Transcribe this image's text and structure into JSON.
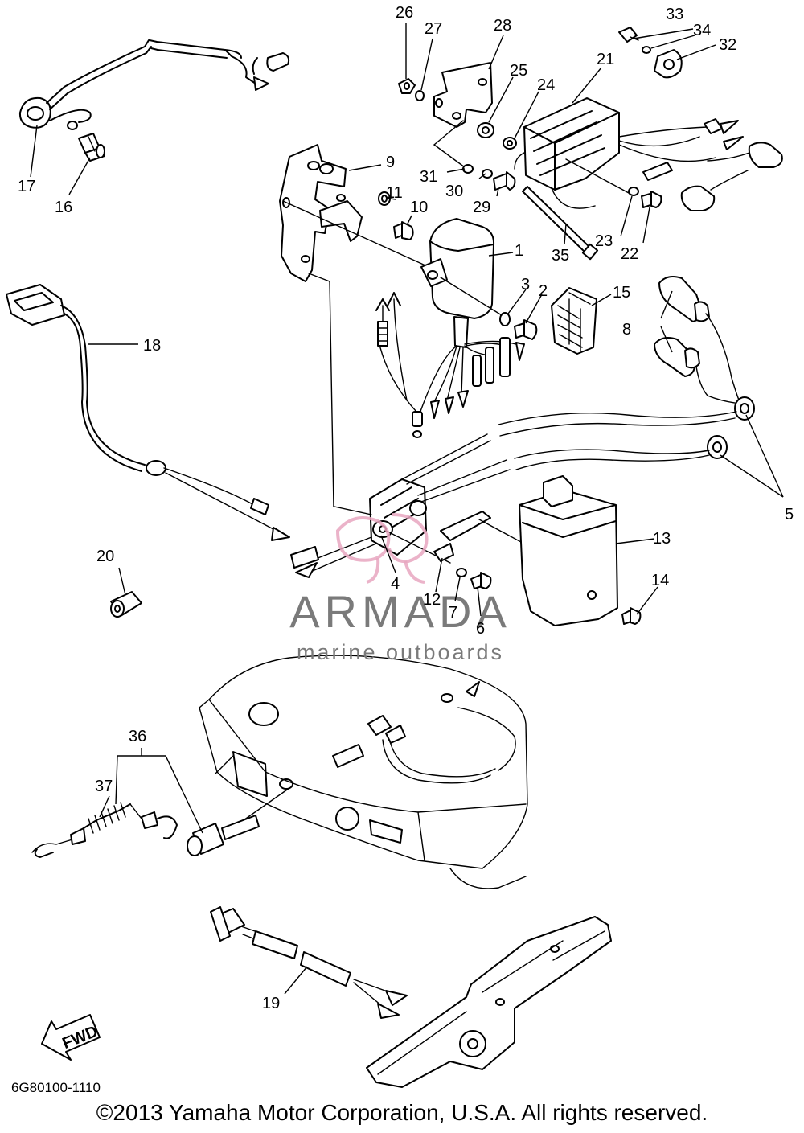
{
  "diagram": {
    "callouts": [
      {
        "id": "c1",
        "label": "1"
      },
      {
        "id": "c2",
        "label": "2"
      },
      {
        "id": "c3",
        "label": "3"
      },
      {
        "id": "c4",
        "label": "4"
      },
      {
        "id": "c5",
        "label": "5"
      },
      {
        "id": "c6",
        "label": "6"
      },
      {
        "id": "c7",
        "label": "7"
      },
      {
        "id": "c8",
        "label": "8"
      },
      {
        "id": "c9",
        "label": "9"
      },
      {
        "id": "c10",
        "label": "10"
      },
      {
        "id": "c11",
        "label": "11"
      },
      {
        "id": "c12",
        "label": "12"
      },
      {
        "id": "c13",
        "label": "13"
      },
      {
        "id": "c14",
        "label": "14"
      },
      {
        "id": "c15",
        "label": "15"
      },
      {
        "id": "c16",
        "label": "16"
      },
      {
        "id": "c17",
        "label": "17"
      },
      {
        "id": "c18",
        "label": "18"
      },
      {
        "id": "c19",
        "label": "19"
      },
      {
        "id": "c20",
        "label": "20"
      },
      {
        "id": "c21",
        "label": "21"
      },
      {
        "id": "c22",
        "label": "22"
      },
      {
        "id": "c23",
        "label": "23"
      },
      {
        "id": "c24",
        "label": "24"
      },
      {
        "id": "c25",
        "label": "25"
      },
      {
        "id": "c26",
        "label": "26"
      },
      {
        "id": "c27",
        "label": "27"
      },
      {
        "id": "c28",
        "label": "28"
      },
      {
        "id": "c29",
        "label": "29"
      },
      {
        "id": "c30",
        "label": "30"
      },
      {
        "id": "c31",
        "label": "31"
      },
      {
        "id": "c32",
        "label": "32"
      },
      {
        "id": "c33",
        "label": "33"
      },
      {
        "id": "c34",
        "label": "34"
      },
      {
        "id": "c35",
        "label": "35"
      },
      {
        "id": "c36",
        "label": "36"
      },
      {
        "id": "c37",
        "label": "37"
      }
    ],
    "fwd_label": "FWD",
    "diagram_code": "6G80100-1110",
    "copyright": "©2013 Yamaha Motor Corporation, U.S.A. All rights reserved."
  },
  "watermark": {
    "brand": "ARMADA",
    "tagline": "marine outboards",
    "brand_color": "#7a7a7a",
    "accent_color": "#e8a6bf"
  }
}
